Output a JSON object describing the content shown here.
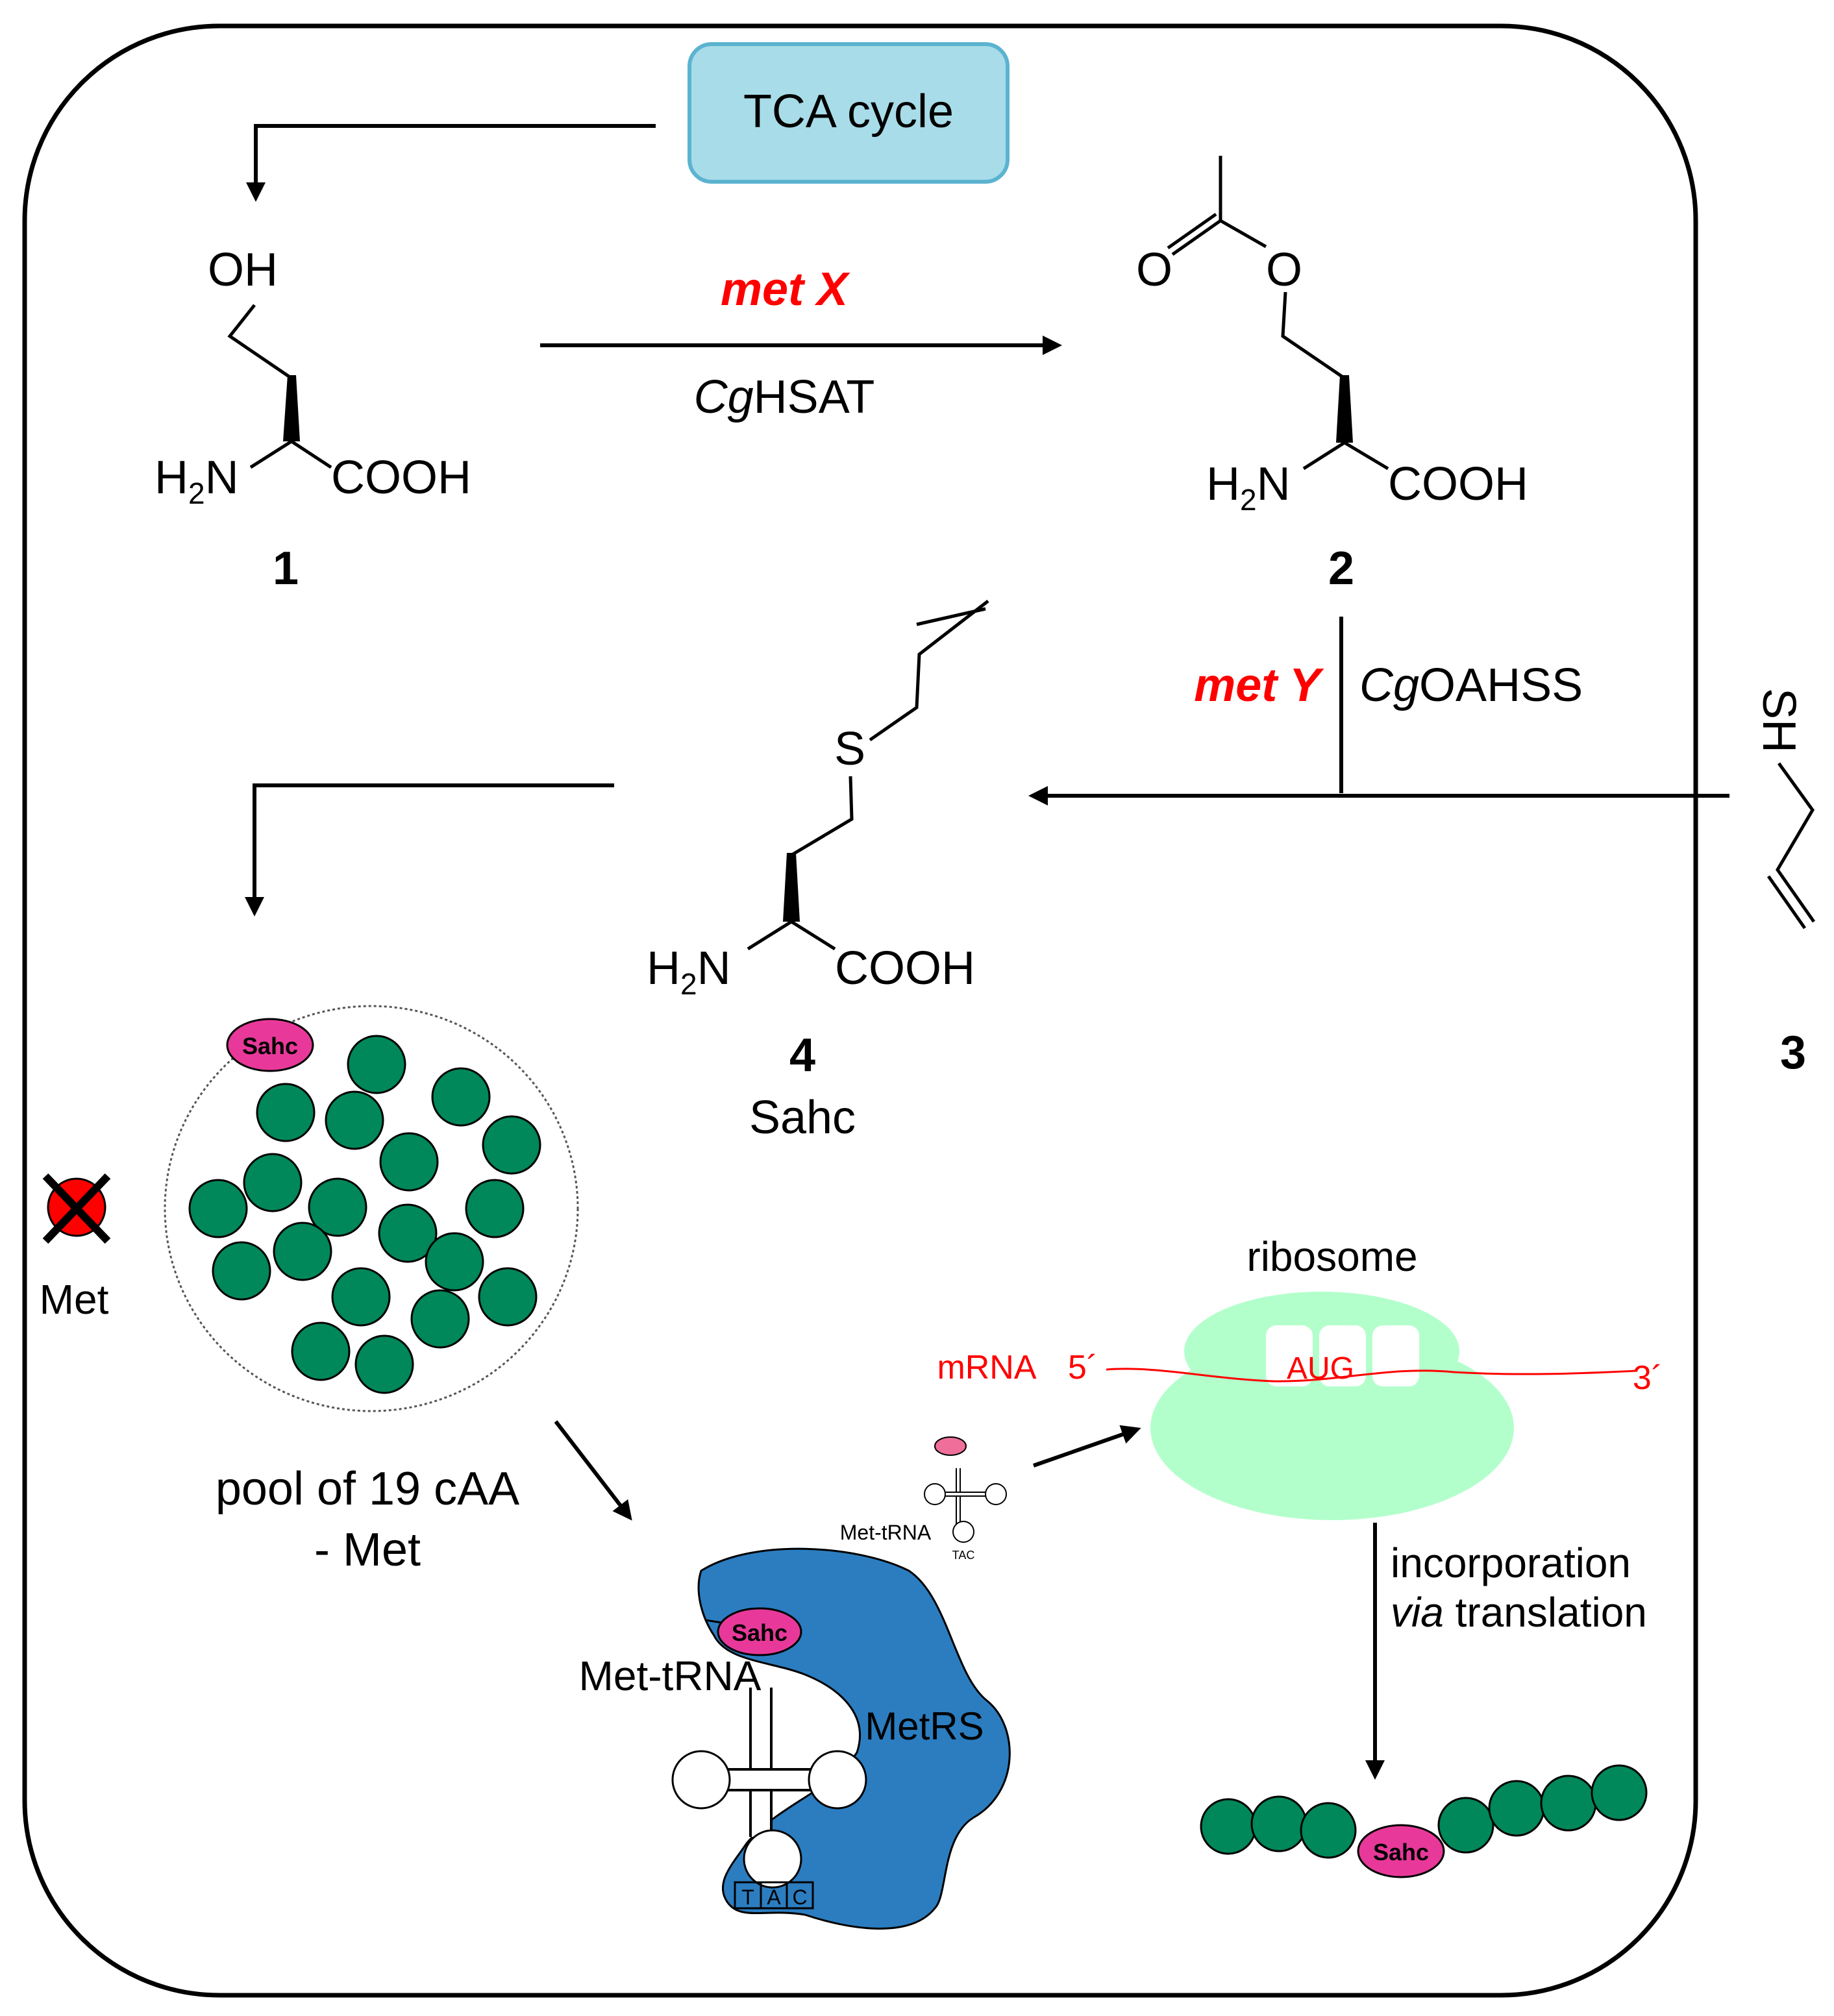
{
  "tca": {
    "label": "TCA cycle"
  },
  "compounds": {
    "c1": {
      "oh": "OH",
      "nh2": "H",
      "nh2_sub": "2",
      "nh2_n": "N",
      "cooh": "COOH",
      "number": "1"
    },
    "c2": {
      "o1": "O",
      "o2": "O",
      "nh2": "H",
      "nh2_sub": "2",
      "nh2_n": "N",
      "cooh": "COOH",
      "number": "2"
    },
    "c3": {
      "sh": "SH",
      "number": "3"
    },
    "c4": {
      "s": "S",
      "nh2": "H",
      "nh2_sub": "2",
      "nh2_n": "N",
      "cooh": "COOH",
      "number": "4",
      "name": "Sahc"
    }
  },
  "enzymes": {
    "metx_gene": "met X",
    "metx_enzyme_prefix": "Cg",
    "metx_enzyme_rest": "HSAT",
    "mety_gene": "met Y",
    "mety_enzyme_prefix": "Cg",
    "mety_enzyme_rest": "OAHSS"
  },
  "pool": {
    "badge": "Sahc",
    "label_line1": "pool of 19 cAA",
    "label_line2": "- Met"
  },
  "met_blocked": {
    "label": "Met"
  },
  "ribosome": {
    "label": "ribosome",
    "mrna": "mRNA",
    "five_prime": "5´",
    "three_prime": "3´",
    "codon": "AUG"
  },
  "trna_small": {
    "label": "Met-tRNA",
    "anticodon": "TAC"
  },
  "metrs": {
    "label": "MetRS",
    "trna_label": "Met-tRNA",
    "badge": "Sahc",
    "anticodon": [
      "T",
      "A",
      "C"
    ]
  },
  "incorporation": {
    "line1": "incorporation",
    "line2_italic": "via",
    "line2_rest": " translation"
  },
  "peptide": {
    "badge": "Sahc"
  },
  "colors": {
    "green": "#00875a",
    "pink": "#e8399a",
    "red": "#ff0000",
    "blue": "#2b7dc0",
    "ribosome": "#b3ffcc",
    "tca": "#a8dce8"
  }
}
